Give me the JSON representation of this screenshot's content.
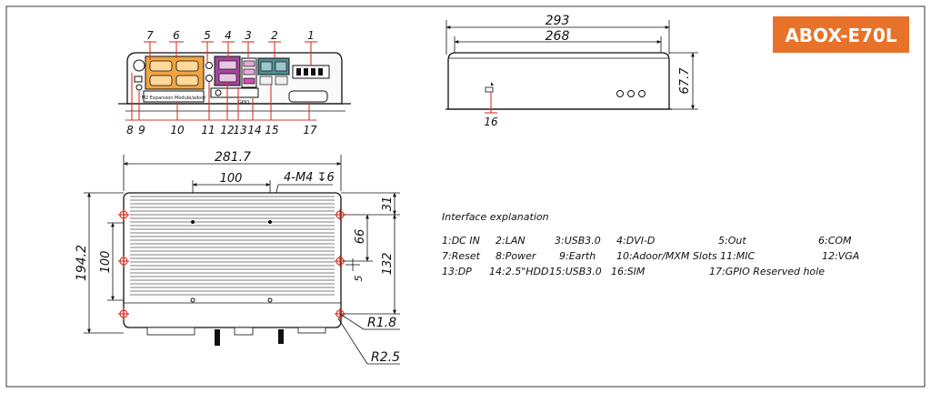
{
  "model_badge": "ABOX-E70L",
  "colors": {
    "badge_bg": "#E8722A",
    "com_orange": "#F0A442",
    "dvi_purple": "#A0479A",
    "lan_teal": "#4D8F95",
    "marker_red": "#D9342B"
  },
  "front_view": {
    "callouts_top": [
      "7",
      "6",
      "5",
      "4",
      "3",
      "2",
      "1"
    ],
    "callouts_bottom": [
      "8",
      "9",
      "10",
      "11",
      "12",
      "13",
      "14",
      "15",
      "17"
    ],
    "slot_label": "M2 Expansion Module/adoor",
    "gpio_label": "GPIO"
  },
  "side_view": {
    "width_outer": "293",
    "width_inner": "268",
    "height": "67.7",
    "callout": "16"
  },
  "bottom_view": {
    "width": "281.7",
    "hole_spacing": "100",
    "mount_holes": "4-M4 ↧6",
    "depth_total": "194.2",
    "depth_hole_spacing": "100",
    "edge_offset": "31",
    "slot_width": "66",
    "hole_span": "132",
    "small_dim": "5",
    "radius_small": "R1.8",
    "radius_large": "R2.5"
  },
  "legend": {
    "title": "Interface explanation",
    "rows": [
      [
        "1:DC IN",
        "2:LAN",
        "3:USB3.0",
        "4:DVI-D",
        "5:Out",
        "6:COM"
      ],
      [
        "7:Reset",
        "8:Power",
        "9:Earth",
        "10:Adoor/MXM Slots",
        "11:MIC",
        "12:VGA"
      ],
      [
        "13:DP",
        "14:2.5\"HDD",
        "15:USB3.0",
        "16:SIM",
        "17:GPIO  Reserved hole"
      ]
    ]
  }
}
